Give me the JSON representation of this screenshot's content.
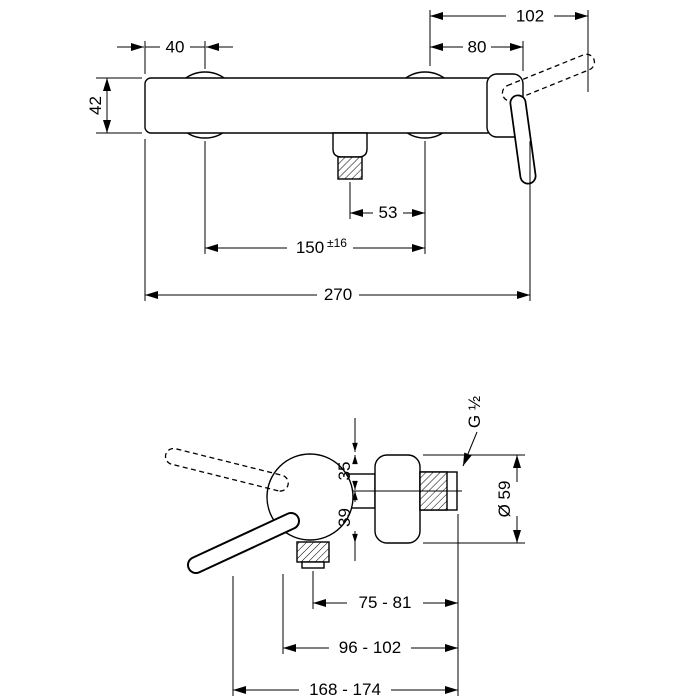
{
  "front_view": {
    "dim_top_right": "102",
    "dim_left_offset": "40",
    "dim_right_offset": "80",
    "dim_body_height": "42",
    "dim_outlet_offset": "53",
    "dim_centers_value": "150",
    "dim_centers_tolerance": "±16",
    "dim_total_width": "270"
  },
  "side_view": {
    "thread_label": "G ½",
    "dim_above_axis": "35",
    "dim_below_axis": "39",
    "escutcheon_diameter": "Ø 59",
    "dim_depth_outlet": "75 - 81",
    "dim_depth_body": "96 - 102",
    "dim_depth_total": "168 - 174"
  },
  "colors": {
    "line": "#000000",
    "background": "#ffffff"
  }
}
